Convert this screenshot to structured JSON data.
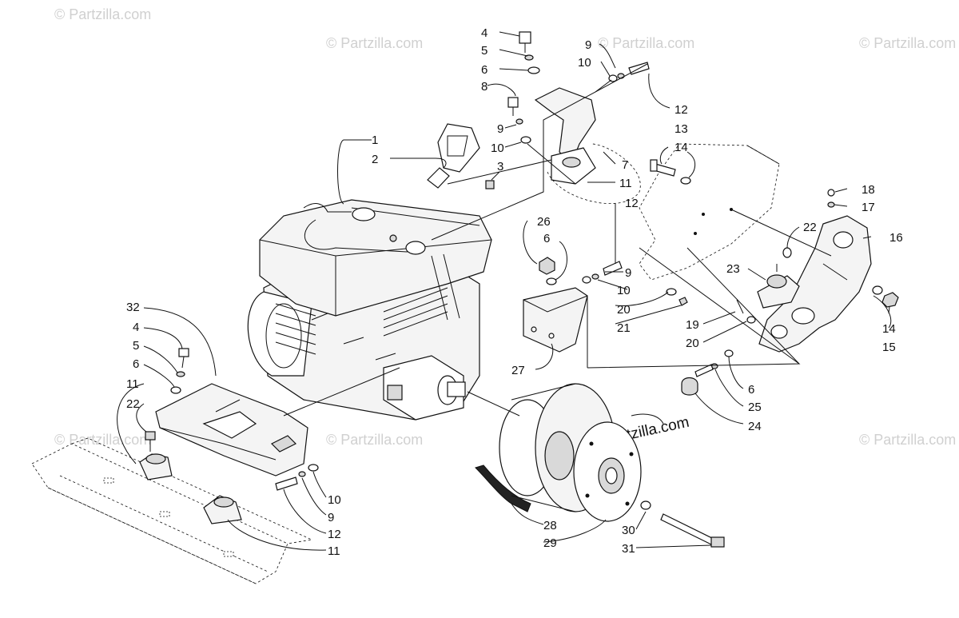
{
  "watermark_text": "© Partzilla.com",
  "watermark_center": "© Partzilla.com",
  "callouts": [
    {
      "id": "c1",
      "text": "1"
    },
    {
      "id": "c2",
      "text": "2"
    },
    {
      "id": "c3",
      "text": "3"
    },
    {
      "id": "c4a",
      "text": "4"
    },
    {
      "id": "c5a",
      "text": "5"
    },
    {
      "id": "c6a",
      "text": "6"
    },
    {
      "id": "c8",
      "text": "8"
    },
    {
      "id": "c9a",
      "text": "9"
    },
    {
      "id": "c10a",
      "text": "10"
    },
    {
      "id": "c9b",
      "text": "9"
    },
    {
      "id": "c10b",
      "text": "10"
    },
    {
      "id": "c12a",
      "text": "12"
    },
    {
      "id": "c13",
      "text": "13"
    },
    {
      "id": "c14a",
      "text": "14"
    },
    {
      "id": "c7",
      "text": "7"
    },
    {
      "id": "c11a",
      "text": "11"
    },
    {
      "id": "c12b",
      "text": "12"
    },
    {
      "id": "c26",
      "text": "26"
    },
    {
      "id": "c6b",
      "text": "6"
    },
    {
      "id": "c9c",
      "text": "9"
    },
    {
      "id": "c10c",
      "text": "10"
    },
    {
      "id": "c20a",
      "text": "20"
    },
    {
      "id": "c21",
      "text": "21"
    },
    {
      "id": "c27",
      "text": "27"
    },
    {
      "id": "c18",
      "text": "18"
    },
    {
      "id": "c17",
      "text": "17"
    },
    {
      "id": "c16",
      "text": "16"
    },
    {
      "id": "c22a",
      "text": "22"
    },
    {
      "id": "c23",
      "text": "23"
    },
    {
      "id": "c19",
      "text": "19"
    },
    {
      "id": "c20b",
      "text": "20"
    },
    {
      "id": "c14b",
      "text": "14"
    },
    {
      "id": "c15",
      "text": "15"
    },
    {
      "id": "c6c",
      "text": "6"
    },
    {
      "id": "c25",
      "text": "25"
    },
    {
      "id": "c24",
      "text": "24"
    },
    {
      "id": "c32",
      "text": "32"
    },
    {
      "id": "c4b",
      "text": "4"
    },
    {
      "id": "c5b",
      "text": "5"
    },
    {
      "id": "c6d",
      "text": "6"
    },
    {
      "id": "c11b",
      "text": "11"
    },
    {
      "id": "c22b",
      "text": "22"
    },
    {
      "id": "c10d",
      "text": "10"
    },
    {
      "id": "c9d",
      "text": "9"
    },
    {
      "id": "c12c",
      "text": "12"
    },
    {
      "id": "c11c",
      "text": "11"
    },
    {
      "id": "c28",
      "text": "28"
    },
    {
      "id": "c29",
      "text": "29"
    },
    {
      "id": "c30",
      "text": "30"
    },
    {
      "id": "c31",
      "text": "31"
    }
  ]
}
